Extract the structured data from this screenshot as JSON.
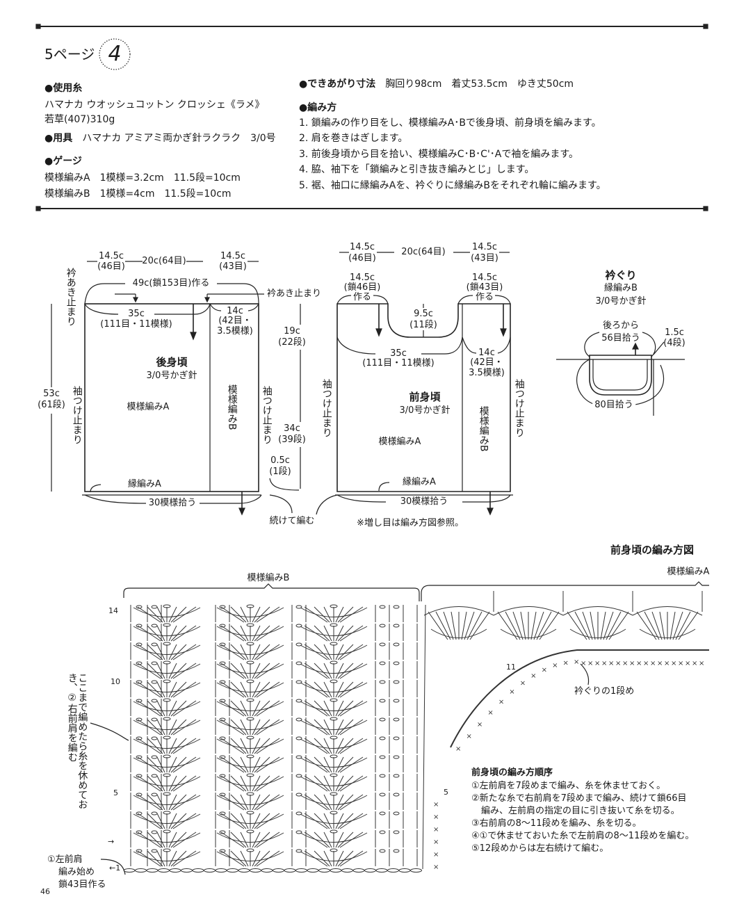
{
  "header": {
    "page_ref": "5ページ",
    "pattern_number": "4"
  },
  "materials": {
    "yarn_heading": "●使用糸",
    "yarn_name": "ハマナカ ウオッシュコットン クロッシェ《ラメ》",
    "yarn_color": "若草(407)310g",
    "tools_heading": "●用具",
    "tools_value": "ハマナカ アミアミ両かぎ針ラクラク　3/0号",
    "gauge_heading": "●ゲージ",
    "gauge_a": "模様編みA　1模様=3.2cm　11.5段=10cm",
    "gauge_b": "模様編みB　1模様=4cm　11.5段=10cm"
  },
  "size": {
    "heading": "●できあがり寸法",
    "value": "胸回り98cm　着丈53.5cm　ゆき丈50cm"
  },
  "method": {
    "heading": "●編み方",
    "steps": [
      "1. 鎖編みの作り目をし、模様編みA･Bで後身頃、前身頃を編みます。",
      "2. 肩を巻きはぎします。",
      "3. 前後身頃から目を拾い、模様編みC･B･C'･Aで袖を編みます。",
      "4. 脇、袖下を「鎖編みと引き抜き編みとじ」します。",
      "5. 裾、袖口に縁編みAを、衿ぐりに縁編みBをそれぞれ輪に編みます。"
    ]
  },
  "back": {
    "top_left": "14.5c",
    "top_left_sts": "(46目)",
    "top_mid": "20c(64目)",
    "top_right": "14.5c",
    "top_right_sts": "(43目)",
    "chain": "49c(鎖153目)作る",
    "neck_stop_left": "衿あき止まり",
    "neck_stop_right": "衿あき止まり",
    "w35": "35c",
    "w35_sts": "(111目・11模様)",
    "w14": "14c",
    "w14_sts1": "(42目・",
    "w14_sts2": "3.5模様)",
    "title": "後身頃",
    "hook": "3/0号かぎ針",
    "pattern_a": "模様編みA",
    "pattern_b": "模様編みB",
    "sleeve_stop_left": "袖つけ止まり",
    "sleeve_stop_right": "袖つけ止まり",
    "h53": "53c",
    "h53_rows": "(61段)",
    "h19": "19c",
    "h19_rows": "(22段)",
    "h34": "34c",
    "h34_rows": "(39段)",
    "h05": "0.5c",
    "h05_rows": "(1段)",
    "edging": "縁編みA",
    "pickup": "30模様拾う",
    "continue": "続けて編む"
  },
  "front": {
    "top_left": "14.5c",
    "top_left_sts": "(46目)",
    "top_mid": "20c(64目)",
    "top_right": "14.5c",
    "top_right_sts": "(43目)",
    "sh_left": "14.5c",
    "sh_left_sts": "(鎖46目)",
    "sh_left_make": "作る",
    "sh_right": "14.5c",
    "sh_right_sts": "(鎖43目)",
    "sh_right_make": "作る",
    "neck_depth": "9.5c",
    "neck_rows": "(11段)",
    "w35": "35c",
    "w35_sts": "(111目・11模様)",
    "w14": "14c",
    "w14_sts1": "(42目・",
    "w14_sts2": "3.5模様)",
    "title": "前身頃",
    "hook": "3/0号かぎ針",
    "pattern_a": "模様編みA",
    "pattern_b": "模様編みB",
    "sleeve_stop_left": "袖つけ止まり",
    "sleeve_stop_right": "袖つけ止まり",
    "edging": "縁編みA",
    "pickup": "30模様拾う",
    "note": "※増し目は編み方図参照。"
  },
  "neckband": {
    "title": "衿ぐり",
    "pattern": "縁編みB",
    "hook": "3/0号かぎ針",
    "back_pick1": "後ろから",
    "back_pick2": "56目拾う",
    "depth": "1.5c",
    "depth_rows": "(4段)",
    "front_pick": "80目拾う"
  },
  "chart": {
    "title": "前身頃の編み方図",
    "label_b": "模様編みB",
    "label_a": "模様編みA",
    "rows": [
      "14",
      "10",
      "5"
    ],
    "row_11": "11",
    "row_5_right": "5",
    "neck_row": "衿ぐりの1段め",
    "rest_note": "ここまで編めたら糸を休めておき、②右前肩を編む",
    "start1": "①左前肩",
    "start2": "編み始め",
    "start3": "鎖43目作る",
    "arrow_1": "←1",
    "arrow_2": "→"
  },
  "order": {
    "title": "前身頃の編み方順序",
    "steps": [
      "①左前肩を7段めまで編み、糸を休ませておく。",
      "②新たな糸で右前肩を7段めまで編み、続けて鎖66目",
      "編み、左前肩の指定の目に引き抜いて糸を切る。",
      "③右前肩の8～11段めを編み、糸を切る。",
      "④①で休ませておいた糸で左前肩の8～11段めを編む。",
      "⑤12段めからは左右続けて編む。"
    ]
  },
  "footer": {
    "page_number": "46"
  }
}
